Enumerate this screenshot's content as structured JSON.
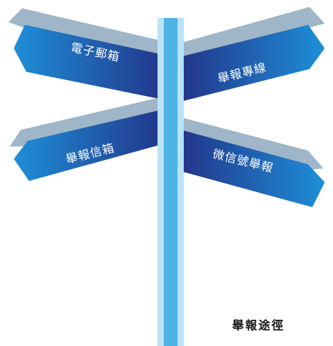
{
  "signs": [
    {
      "label": "電子郵箱"
    },
    {
      "label": "舉報專線"
    },
    {
      "label": "舉報信箱"
    },
    {
      "label": "微信號舉報"
    }
  ],
  "caption": "舉報途徑",
  "colors": {
    "pole_light": "#b9e3f7",
    "pole_mid": "#4fb3e6",
    "sign_shadow": "#9fb6c8",
    "sign_dark": "#1f3a8e",
    "sign_light": "#1e8fd8"
  }
}
